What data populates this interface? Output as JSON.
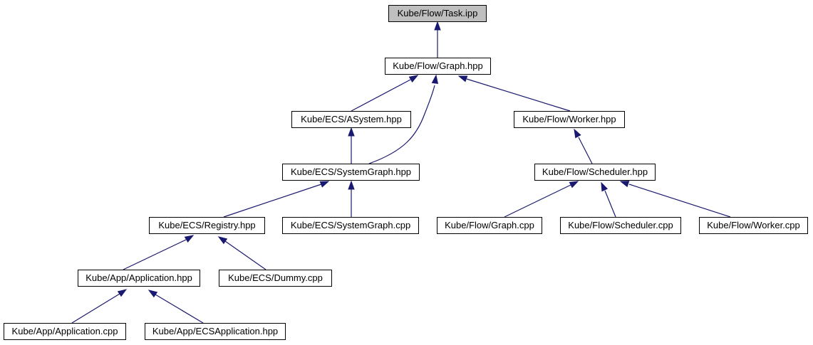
{
  "colors": {
    "edge": "#191970",
    "root_fill": "#bfbfbf",
    "node_fill": "#ffffff",
    "node_border": "#000000"
  },
  "nodes": {
    "task_ipp": "Kube/Flow/Task.ipp",
    "graph_hpp": "Kube/Flow/Graph.hpp",
    "asystem_hpp": "Kube/ECS/ASystem.hpp",
    "worker_hpp": "Kube/Flow/Worker.hpp",
    "systemgraph_hpp": "Kube/ECS/SystemGraph.hpp",
    "scheduler_hpp": "Kube/Flow/Scheduler.hpp",
    "registry_hpp": "Kube/ECS/Registry.hpp",
    "systemgraph_cpp": "Kube/ECS/SystemGraph.cpp",
    "graph_cpp": "Kube/Flow/Graph.cpp",
    "scheduler_cpp": "Kube/Flow/Scheduler.cpp",
    "worker_cpp": "Kube/Flow/Worker.cpp",
    "application_hpp": "Kube/App/Application.hpp",
    "dummy_cpp": "Kube/ECS/Dummy.cpp",
    "application_cpp": "Kube/App/Application.cpp",
    "ecsapplication_hpp": "Kube/App/ECSApplication.hpp"
  },
  "edges": [
    {
      "from": "graph_hpp",
      "to": "task_ipp"
    },
    {
      "from": "asystem_hpp",
      "to": "graph_hpp"
    },
    {
      "from": "systemgraph_hpp",
      "to": "graph_hpp"
    },
    {
      "from": "worker_hpp",
      "to": "graph_hpp"
    },
    {
      "from": "systemgraph_hpp",
      "to": "asystem_hpp"
    },
    {
      "from": "scheduler_hpp",
      "to": "worker_hpp"
    },
    {
      "from": "registry_hpp",
      "to": "systemgraph_hpp"
    },
    {
      "from": "systemgraph_cpp",
      "to": "systemgraph_hpp"
    },
    {
      "from": "graph_cpp",
      "to": "scheduler_hpp"
    },
    {
      "from": "scheduler_cpp",
      "to": "scheduler_hpp"
    },
    {
      "from": "worker_cpp",
      "to": "scheduler_hpp"
    },
    {
      "from": "application_hpp",
      "to": "registry_hpp"
    },
    {
      "from": "dummy_cpp",
      "to": "registry_hpp"
    },
    {
      "from": "application_cpp",
      "to": "application_hpp"
    },
    {
      "from": "ecsapplication_hpp",
      "to": "application_hpp"
    }
  ]
}
